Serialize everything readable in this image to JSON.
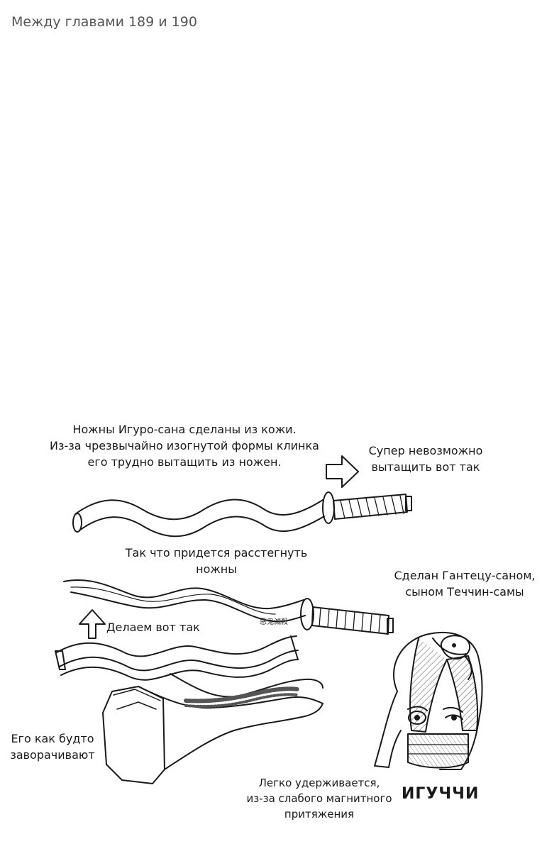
{
  "header": {
    "title": "Между главами 189 и 190"
  },
  "captions": {
    "sheath_intro": [
      "Ножны Игуро-сана сделаны из кожи.",
      "Из-за чрезвычайно изогнутой формы клинка",
      "его трудно вытащить из ножен."
    ],
    "impossible_pull": [
      "Супер невозможно",
      "вытащить вот так"
    ],
    "unbutton": [
      "Так что придется расстегнуть",
      "ножны"
    ],
    "made_by": [
      "Сделан Гантецу-саном,",
      "сыном Теччин-самы"
    ],
    "do_it": "Делаем вот так",
    "wrapped": [
      "Его как будто",
      "заворачивают"
    ],
    "magnet": [
      "Легко удерживается,",
      "из-за слабого магнитного",
      "притяжения"
    ],
    "character_name": "ИГУЧЧИ"
  },
  "blade_engraving": "惡鬼滅殺",
  "colors": {
    "ink": "#1a1a1a",
    "paper": "#ffffff",
    "hatch": "#666666"
  }
}
